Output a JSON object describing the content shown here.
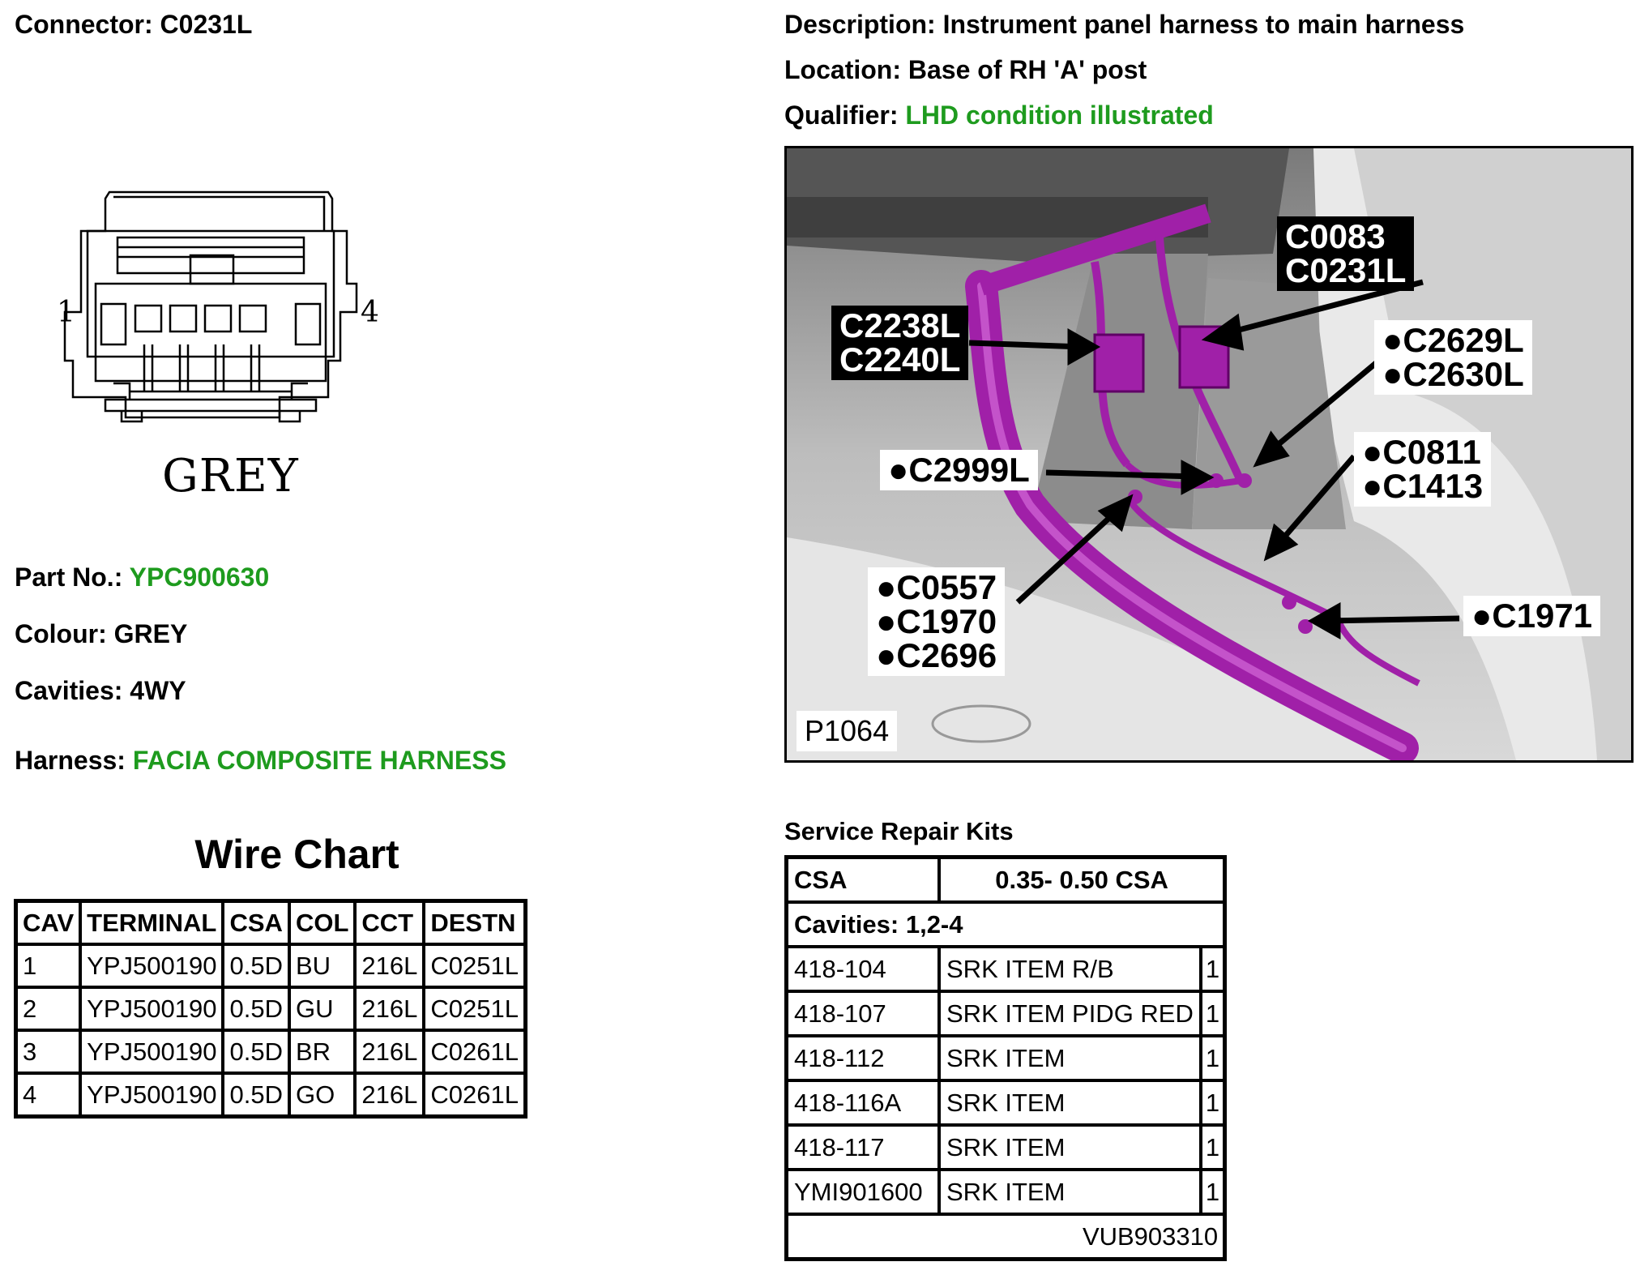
{
  "header": {
    "connector_label": "Connector:",
    "connector_value": "C0231L",
    "description_label": "Description:",
    "description_value": "Instrument panel harness to main harness",
    "location_label": "Location:",
    "location_value": "Base of RH 'A' post",
    "qualifier_label": "Qualifier:",
    "qualifier_value": "LHD condition illustrated"
  },
  "connector_drawing": {
    "pin_left": "1",
    "pin_right": "4",
    "colour_text": "GREY"
  },
  "details": {
    "part_no_label": "Part No.:",
    "part_no_value": "YPC900630",
    "colour_label": "Colour:",
    "colour_value": "GREY",
    "cavities_label": "Cavities:",
    "cavities_value": "4WY",
    "harness_label": "Harness:",
    "harness_value": "FACIA COMPOSITE HARNESS"
  },
  "wire_chart": {
    "title": "Wire Chart",
    "headers": [
      "CAV",
      "TERMINAL",
      "CSA",
      "COL",
      "CCT",
      "DESTN"
    ],
    "rows": [
      [
        "1",
        "YPJ500190",
        "0.5D",
        "BU",
        "216L",
        "C0251L"
      ],
      [
        "2",
        "YPJ500190",
        "0.5D",
        "GU",
        "216L",
        "C0251L"
      ],
      [
        "3",
        "YPJ500190",
        "0.5D",
        "BR",
        "216L",
        "C0261L"
      ],
      [
        "4",
        "YPJ500190",
        "0.5D",
        "GO",
        "216L",
        "C0261L"
      ]
    ]
  },
  "location_image": {
    "callouts": [
      "C0083\nC0231L",
      "C2238L\nC2240L",
      "●C2629L\n●C2630L",
      "●C2999L",
      "●C0811\n●C1413",
      "●C0557\n●C1970\n●C2696",
      "●C1971"
    ],
    "image_ref": "P1064"
  },
  "service_repair_kits": {
    "title": "Service Repair Kits",
    "csa_label": "CSA",
    "csa_value": "0.35- 0.50 CSA",
    "cavities": "Cavities: 1,2-4",
    "rows": [
      [
        "418-104",
        "SRK ITEM R/B",
        "1"
      ],
      [
        "418-107",
        "SRK ITEM PIDG RED",
        "1"
      ],
      [
        "418-112",
        "SRK ITEM",
        "1"
      ],
      [
        "418-116A",
        "SRK ITEM",
        "1"
      ],
      [
        "418-117",
        "SRK ITEM",
        "1"
      ],
      [
        "YMI901600",
        "SRK ITEM",
        "1"
      ]
    ],
    "kit_number": "VUB903310"
  },
  "colors": {
    "accent_green": "#1e9b1e",
    "harness_purple": "#a020a8"
  }
}
